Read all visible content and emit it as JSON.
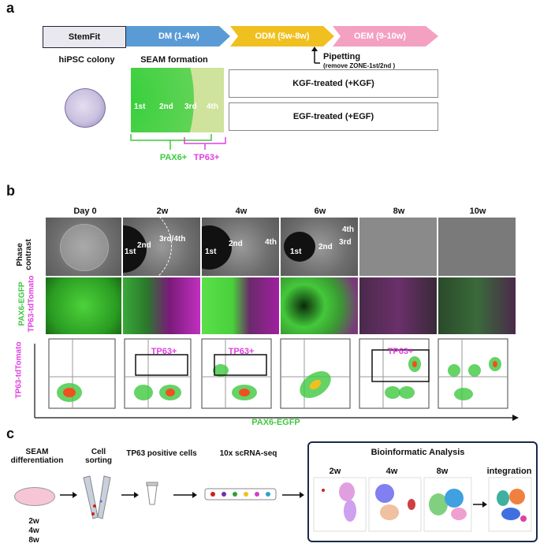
{
  "panel_a": {
    "letter": "a",
    "timeline": {
      "stemfit": "StemFit",
      "dm": "DM (1-4w)",
      "odm": "ODM (5w-8w)",
      "oem": "OEM (9-10w)"
    },
    "pipetting": "Pipetting",
    "pipetting_sub": "(remove ZONE-1st/2nd )",
    "hipsc_label": "hiPSC colony",
    "seam_label": "SEAM formation",
    "zones": [
      "1st",
      "2nd",
      "3rd",
      "4th"
    ],
    "kgf_box": "KGF-treated (+KGF)",
    "egf_box": "EGF-treated (+EGF)",
    "pax6_label": "PAX6+",
    "tp63_label": "TP63+"
  },
  "panel_b": {
    "letter": "b",
    "columns": [
      "Day 0",
      "2w",
      "4w",
      "6w",
      "8w",
      "10w"
    ],
    "row_phase": "Phase contrast",
    "row_fluor_green": "PAX6-EGFP",
    "row_fluor_magenta": "TP63-tdTomato",
    "flow_ylabel": "TP63-tdTomato",
    "flow_xlabel": "PAX6-EGFP",
    "gate_label": "TP63+",
    "phase_annotations": {
      "c2w": [
        "1st",
        "2nd",
        "3rd/4th"
      ],
      "c4w": [
        "1st",
        "2nd",
        "4th"
      ],
      "c6w": [
        "1st",
        "2nd",
        "3rd",
        "4th"
      ]
    }
  },
  "panel_c": {
    "letter": "c",
    "steps": [
      "SEAM differentiation",
      "Cell sorting",
      "TP63 positive cells",
      "10x scRNA-seq",
      "Bioinformatic Analysis"
    ],
    "timepoints": [
      "2w",
      "4w",
      "8w"
    ],
    "umap_labels": [
      "2w",
      "4w",
      "8w",
      "integration"
    ]
  },
  "colors": {
    "stemfit": "#e8e8ee",
    "dm": "#5b9bd5",
    "odm": "#f0c020",
    "oem": "#f4a0c0",
    "green": "#3ec83e",
    "magenta": "#e040e0"
  }
}
